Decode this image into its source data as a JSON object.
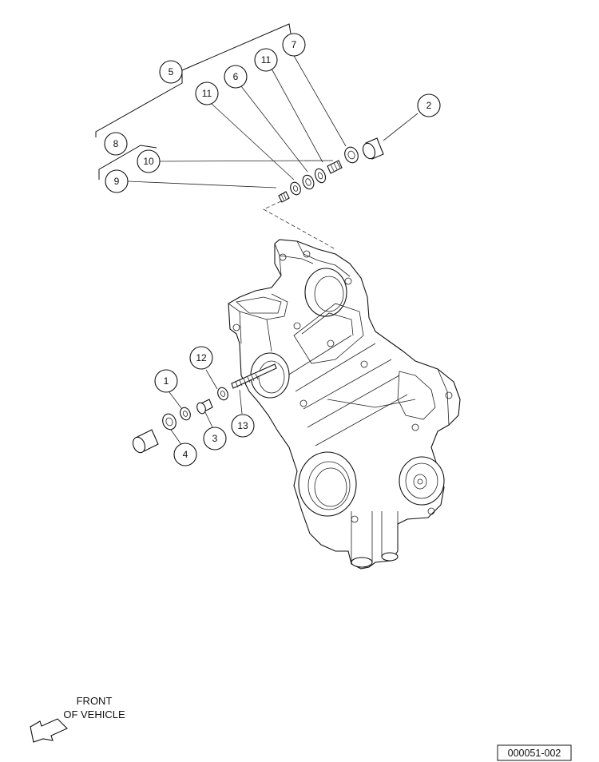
{
  "callouts": [
    {
      "id": "c5",
      "label": "5"
    },
    {
      "id": "c7",
      "label": "7"
    },
    {
      "id": "c11a",
      "label": "11"
    },
    {
      "id": "c6",
      "label": "6"
    },
    {
      "id": "c11b",
      "label": "11"
    },
    {
      "id": "c2",
      "label": "2"
    },
    {
      "id": "c8",
      "label": "8"
    },
    {
      "id": "c10",
      "label": "10"
    },
    {
      "id": "c9",
      "label": "9"
    },
    {
      "id": "c12",
      "label": "12"
    },
    {
      "id": "c1",
      "label": "1"
    },
    {
      "id": "c13",
      "label": "13"
    },
    {
      "id": "c3",
      "label": "3"
    },
    {
      "id": "c4",
      "label": "4"
    }
  ],
  "orientation": {
    "line1": "FRONT",
    "line2": "OF VEHICLE"
  },
  "figure_id": "000051-002"
}
